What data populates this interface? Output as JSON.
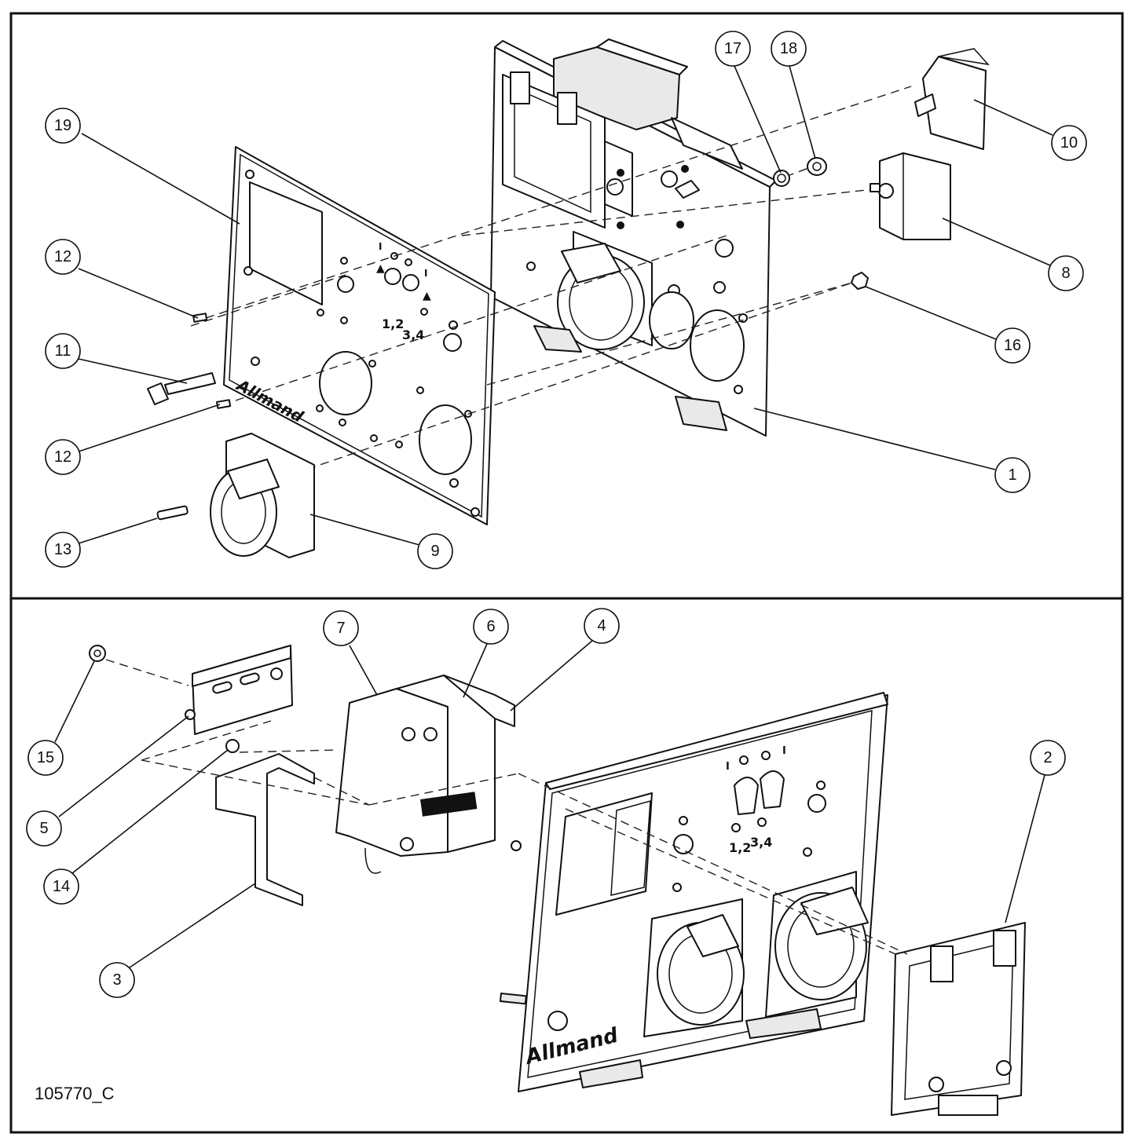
{
  "drawing_number": "105770_C",
  "brand_logo_text": "Allmand",
  "panel_markings": {
    "switch_label_a": "1,2",
    "switch_label_b": "3,4",
    "indicator": "I"
  },
  "top_view_callouts": [
    "19",
    "12",
    "11",
    "12",
    "13",
    "9",
    "17",
    "18",
    "10",
    "8",
    "16",
    "1"
  ],
  "bottom_view_callouts": [
    "7",
    "6",
    "4",
    "15",
    "5",
    "14",
    "3",
    "2"
  ]
}
